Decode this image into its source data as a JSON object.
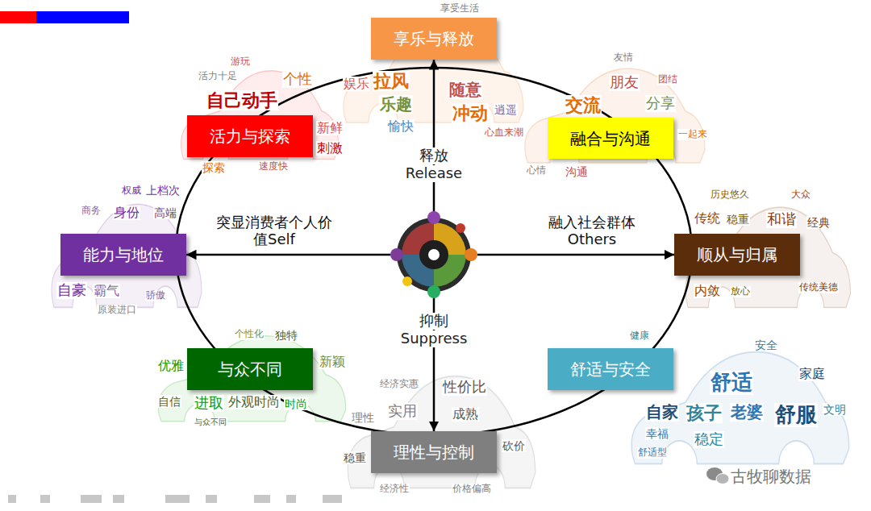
{
  "diagram": {
    "nodes": [
      {
        "text": [
          "享乐与释放"
        ]
      },
      {
        "text": [
          "活力与探索"
        ]
      },
      {
        "text": [
          "融合与沟通"
        ]
      },
      {
        "text": [
          "能力与地位"
        ]
      },
      {
        "text": [
          "顺从与归属"
        ]
      },
      {
        "text": [
          "与众不同"
        ]
      },
      {
        "text": [
          "舒适与安全"
        ]
      },
      {
        "text": [
          "理性与控制"
        ]
      }
    ],
    "edges": [
      {
        "from": 7,
        "to": 0,
        "arrow": "both"
      },
      {
        "from": 3,
        "to": 4,
        "arrow": "both"
      }
    ],
    "labels": [
      "释放",
      "Release",
      "突显消费者个人价值Self",
      "融入社会群体 Others",
      "抑制",
      "Suppress",
      "娱乐",
      "拉风",
      "乐趣",
      "随意",
      "冲动",
      "愉快",
      "心血来潮",
      "享受生活",
      "逍遥",
      "游玩",
      "活力十足",
      "自己动手",
      "个性",
      "速度快",
      "新鲜",
      "刺激",
      "探索",
      "交流",
      "朋友",
      "分享",
      "友情",
      "团结",
      "一起来",
      "心情",
      "沟通",
      "权威",
      "上档次",
      "商务",
      "身份",
      "自豪",
      "霸气",
      "原装进口",
      "骄傲",
      "高端",
      "和谐",
      "历史悠久",
      "大众",
      "传统",
      "稳重",
      "传统美德",
      "内敛",
      "放心",
      "经典",
      "优雅",
      "自信",
      "进取",
      "外观时尚",
      "新颖",
      "与众不同",
      "时尚",
      "个性化",
      "独特",
      "经济实惠",
      "性价比",
      "成熟",
      "实用",
      "砍价",
      "价格偏高",
      "经济性",
      "稳重",
      "理性",
      "舒适",
      "舒服",
      "孩子",
      "老婆",
      "自家",
      "稳定",
      "幸福",
      "安全",
      "家庭",
      "健康",
      "舒适型",
      "文明",
      "古牧聊数据"
    ]
  }
}
